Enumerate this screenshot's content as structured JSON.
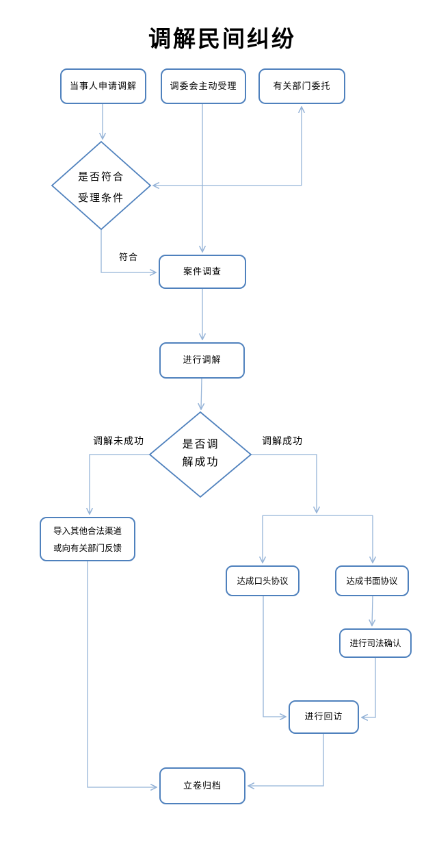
{
  "title": "调解民间纠纷",
  "colors": {
    "node_border": "#4f81bd",
    "connector": "#95b3d7",
    "text": "#000000",
    "background": "#ffffff"
  },
  "nodes": {
    "apply": {
      "label": "当事人申请调解"
    },
    "committee": {
      "label": "调委会主动受理"
    },
    "entrust": {
      "label": "有关部门委托"
    },
    "check_accept": {
      "line1": "是否符合",
      "line2": "受理条件"
    },
    "investigate": {
      "label": "案件调查"
    },
    "mediate": {
      "label": "进行调解"
    },
    "check_success": {
      "line1": "是否调",
      "line2": "解成功"
    },
    "other_channel": {
      "line1": "导入其他合法渠道",
      "line2": "或向有关部门反馈"
    },
    "oral_agreement": {
      "label": "达成口头协议"
    },
    "written_agreement": {
      "label": "达成书面协议"
    },
    "judicial_confirm": {
      "label": "进行司法确认"
    },
    "revisit": {
      "label": "进行回访"
    },
    "archive": {
      "label": "立卷归档"
    }
  },
  "edge_labels": {
    "meets": "符合",
    "not_success": "调解未成功",
    "success": "调解成功"
  }
}
